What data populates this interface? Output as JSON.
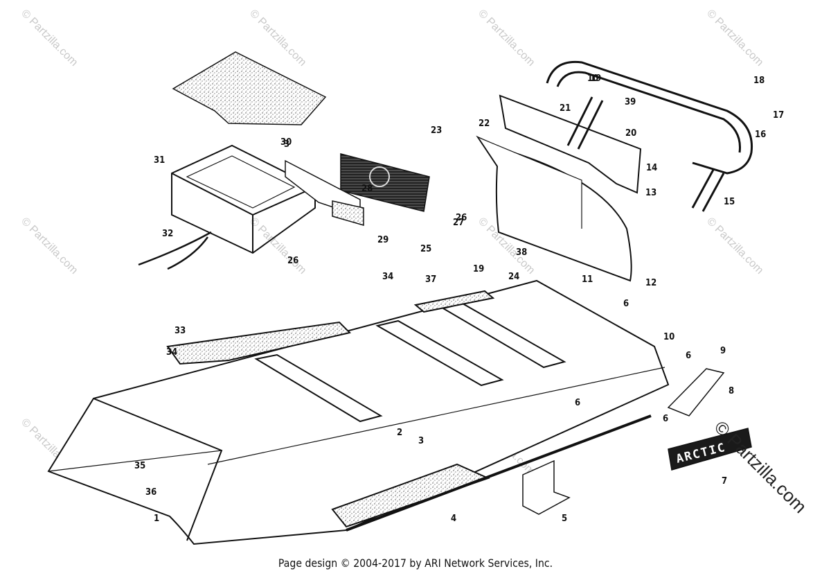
{
  "watermark": "© Partzilla.com",
  "watermark_large": "© Partzilla.com",
  "plate_text": "ARCTIC",
  "footer": "Page design © 2004-2017 by ARI Network Services, Inc.",
  "callouts": [
    "1",
    "2",
    "3",
    "3",
    "4",
    "5",
    "6",
    "6",
    "6",
    "6",
    "7",
    "8",
    "9",
    "10",
    "10",
    "11",
    "12",
    "13",
    "14",
    "15",
    "16",
    "17",
    "18",
    "19",
    "19",
    "20",
    "21",
    "22",
    "23",
    "24",
    "25",
    "26",
    "26",
    "27",
    "28",
    "29",
    "30",
    "31",
    "32",
    "33",
    "34",
    "34",
    "35",
    "36",
    "37",
    "38",
    "39"
  ]
}
